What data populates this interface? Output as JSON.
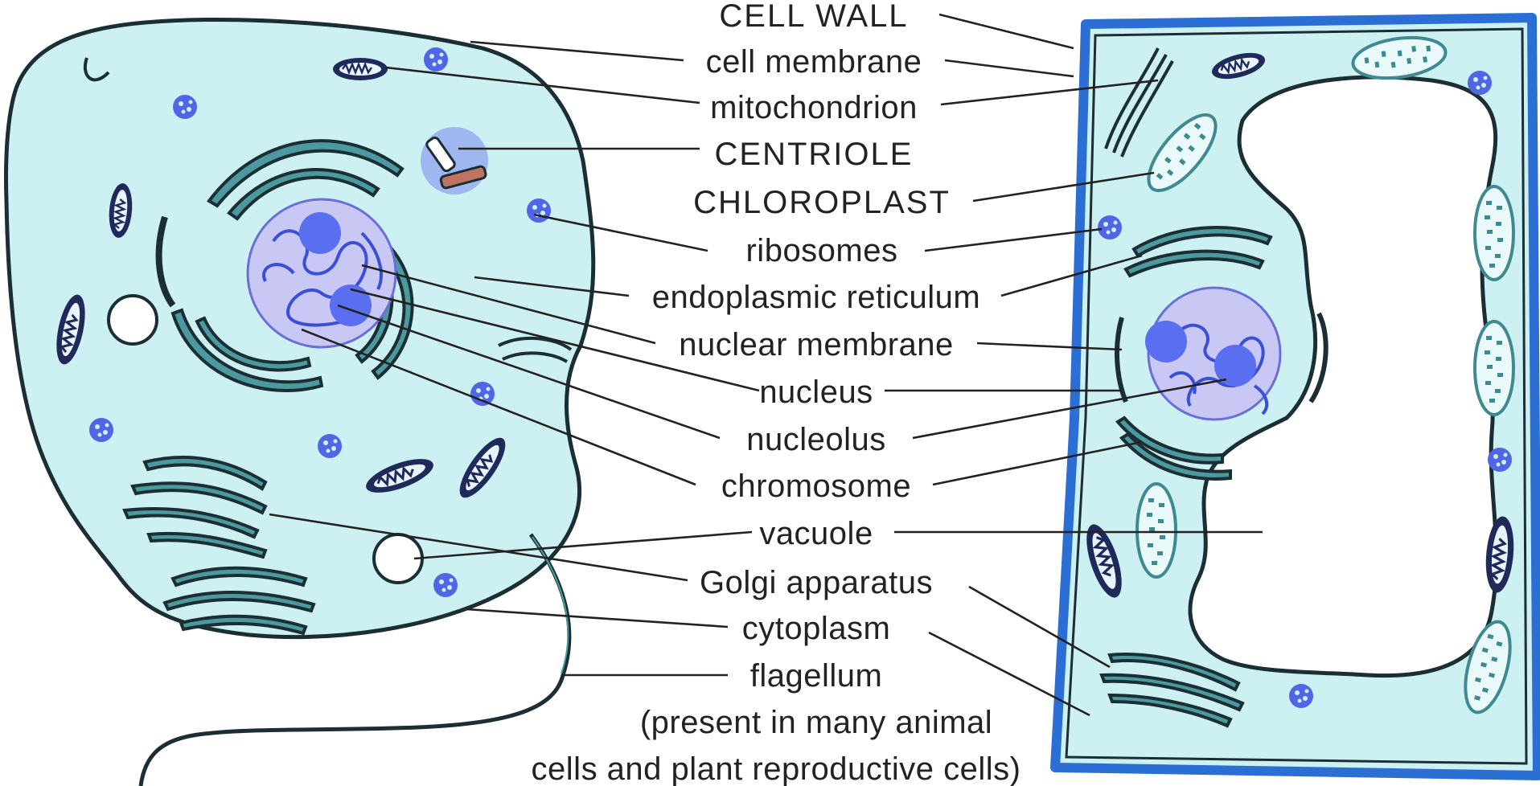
{
  "diagram": {
    "cell_types": [
      "animal-cell",
      "plant-cell"
    ],
    "labels": {
      "cell_wall": "CELL WALL",
      "cell_membrane": "cell membrane",
      "mitochondrion": "mitochondrion",
      "centriole": "CENTRIOLE",
      "chloroplast": "CHLOROPLAST",
      "ribosomes": "ribosomes",
      "endoplasmic_reticulum": "endoplasmic reticulum",
      "nuclear_membrane": "nuclear membrane",
      "nucleus": "nucleus",
      "nucleolus": "nucleolus",
      "chromosome": "chromosome",
      "vacuole": "vacuole",
      "golgi_apparatus": "Golgi apparatus",
      "cytoplasm": "cytoplasm",
      "flagellum": "flagellum",
      "flagellum_note_line1": "(present in many animal",
      "flagellum_note_line2": "cells and plant reproductive cells)"
    },
    "colors": {
      "cytoplasm": "#cdf0f3",
      "cell_outline": "#1a2e33",
      "plant_cell_wall": "#2b6fd4",
      "nucleus_fill": "#c9c8f5",
      "nucleolus": "#5a6ef0",
      "chromatin": "#3b4fd6",
      "organelle_teal": "#4c9aa0",
      "mitochondrion": "#1f2a5a",
      "ribosome": "#5166e6",
      "vacuole": "#ffffff"
    }
  }
}
